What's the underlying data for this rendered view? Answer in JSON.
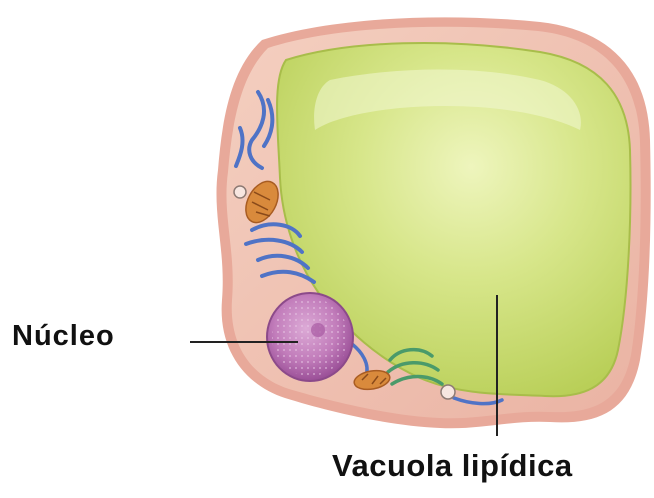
{
  "labels": {
    "nucleus": "Núcleo",
    "vacuole": "Vacuola lipídica"
  },
  "colors": {
    "membrane": "#e9b0a2",
    "cytoplasm": "#f1c3b3",
    "lipid_vacuole": "#c9dc6e",
    "lipid_highlight": "#e4efa6",
    "nucleus": "#bb6cb4",
    "nucleus_highlight": "#d7a2d0",
    "mitochondria": "#d98a3c",
    "er_golgi": "#4f73c6",
    "leader_line": "#222222"
  },
  "icons": {
    "cell": "adipocyte-cell-illustration",
    "organelles": [
      "endoplasmic-reticulum",
      "golgi-apparatus",
      "mitochondrion",
      "vesicle"
    ]
  }
}
